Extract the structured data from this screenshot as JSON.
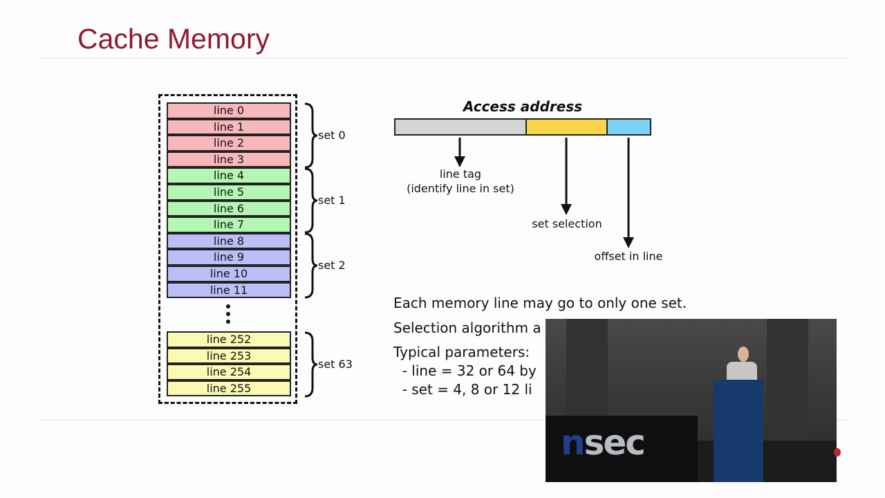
{
  "title": "Cache Memory",
  "cache": {
    "lines": [
      {
        "label": "line 0",
        "color": "#f7b8bc"
      },
      {
        "label": "line 1",
        "color": "#f7b8bc"
      },
      {
        "label": "line 2",
        "color": "#f7b8bc"
      },
      {
        "label": "line 3",
        "color": "#f7b8bc"
      },
      {
        "label": "line 4",
        "color": "#b3f7b3"
      },
      {
        "label": "line 5",
        "color": "#b3f7b3"
      },
      {
        "label": "line 6",
        "color": "#b3f7b3"
      },
      {
        "label": "line 7",
        "color": "#b3f7b3"
      },
      {
        "label": "line 8",
        "color": "#bcbef7"
      },
      {
        "label": "line 9",
        "color": "#bcbef7"
      },
      {
        "label": "line 10",
        "color": "#bcbef7"
      },
      {
        "label": "line 11",
        "color": "#bcbef7"
      },
      {
        "label": "line 252",
        "color": "#fafab4"
      },
      {
        "label": "line 253",
        "color": "#fafab4"
      },
      {
        "label": "line 254",
        "color": "#fafab4"
      },
      {
        "label": "line 255",
        "color": "#fafab4"
      }
    ],
    "sets": [
      "set 0",
      "set 1",
      "set 2",
      "set 63"
    ]
  },
  "address": {
    "title": "Access address",
    "tag_label_1": "line tag",
    "tag_label_2": "(identify line in set)",
    "set_label": "set selection",
    "offset_label": "offset in line"
  },
  "text": {
    "line1": "Each memory line may go to only one set.",
    "line2": "Selection algorithm a",
    "line3": "Typical parameters:",
    "line4": "  - line = 32 or 64 by",
    "line5": "  - set = 4, 8 or 12 li"
  },
  "video": {
    "logo_n": "n",
    "logo_rest": "sec"
  }
}
